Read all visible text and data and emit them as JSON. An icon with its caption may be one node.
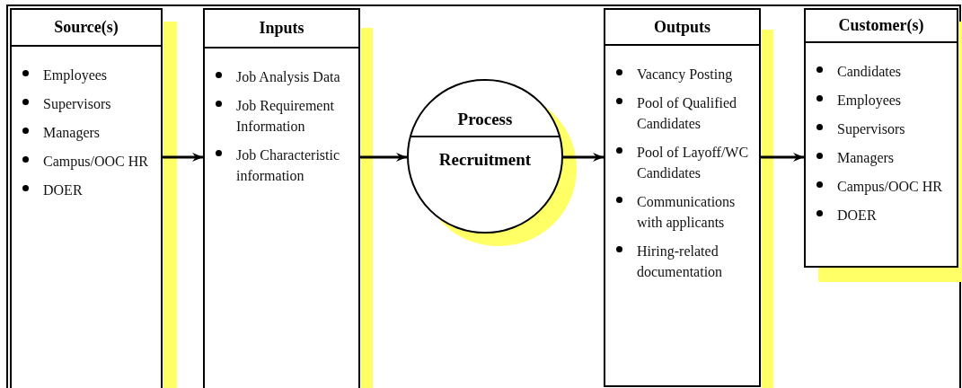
{
  "diagram": {
    "nodes": [
      {
        "text": [
          "Source(s)",
          "Employees",
          "Supervisors",
          "Managers",
          "Campus/OOC HR",
          "DOER"
        ]
      },
      {
        "text": [
          "Inputs",
          "Job Analysis Data",
          "Job Requirement Information",
          "Job Characteristic information"
        ]
      },
      {
        "text": [
          "Process",
          "Recruitment"
        ]
      },
      {
        "text": [
          "Outputs",
          "Vacancy Posting",
          "Pool of Qualified Candidates",
          "Pool of Layoff/WC Candidates",
          "Communications with applicants",
          "Hiring-related documentation"
        ]
      },
      {
        "text": [
          "Customer(s)",
          "Candidates",
          "Employees",
          "Supervisors",
          "Managers",
          "Campus/OOC HR",
          "DOER"
        ]
      }
    ],
    "edges": [
      {
        "from": 0,
        "to": 1,
        "arrow": "to"
      },
      {
        "from": 1,
        "to": 2,
        "arrow": "to"
      },
      {
        "from": 2,
        "to": 3,
        "arrow": "to"
      },
      {
        "from": 3,
        "to": 4,
        "arrow": "to"
      }
    ]
  }
}
